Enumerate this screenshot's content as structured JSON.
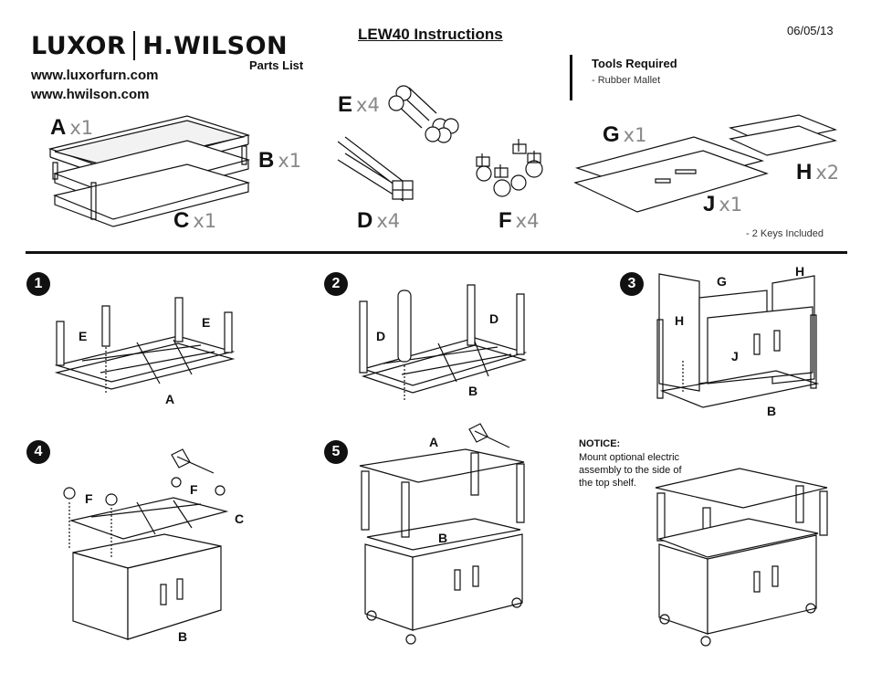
{
  "header": {
    "brand_left": "LUXOR",
    "brand_right": "H.WILSON",
    "url_1": "www.luxorfurn.com",
    "url_2": "www.hwilson.com",
    "title": "LEW40 Instructions",
    "date": "06/05/13"
  },
  "parts": {
    "title": "Parts List",
    "items": [
      {
        "letter": "A",
        "qty": "x1"
      },
      {
        "letter": "B",
        "qty": "x1"
      },
      {
        "letter": "C",
        "qty": "x1"
      },
      {
        "letter": "E",
        "qty": "x4"
      },
      {
        "letter": "D",
        "qty": "x4"
      },
      {
        "letter": "F",
        "qty": "x4"
      },
      {
        "letter": "G",
        "qty": "x1"
      },
      {
        "letter": "H",
        "qty": "x2"
      },
      {
        "letter": "J",
        "qty": "x1"
      }
    ],
    "keys_note": "-  2 Keys Included"
  },
  "tools": {
    "title": "Tools Required",
    "item": "-  Rubber Mallet"
  },
  "steps": [
    {
      "number": "1",
      "labels": [
        "E",
        "E",
        "A"
      ]
    },
    {
      "number": "2",
      "labels": [
        "D",
        "D",
        "B"
      ]
    },
    {
      "number": "3",
      "labels": [
        "G",
        "H",
        "H",
        "J",
        "B"
      ]
    },
    {
      "number": "4",
      "labels": [
        "F",
        "F",
        "C",
        "B"
      ]
    },
    {
      "number": "5",
      "labels": [
        "A",
        "B"
      ]
    }
  ],
  "notice": {
    "title": "NOTICE:",
    "text": "Mount optional electric assembly to the side of the top shelf."
  },
  "colors": {
    "ink": "#111111",
    "quantity_gray": "#888888"
  }
}
